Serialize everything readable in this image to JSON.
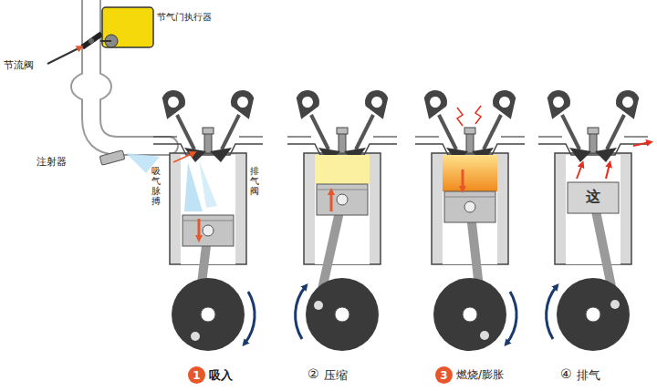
{
  "diagram": {
    "nodes": [
      {
        "text": [
          "1"
        ]
      },
      {
        "text": [
          "3"
        ]
      }
    ],
    "labels": [
      "节气门执行器",
      "节流阀",
      "注射器",
      "吸气脉搏",
      "排气阀",
      "这",
      "吸入",
      "②",
      "压缩",
      "燃烧/膨胀",
      "④",
      "排气"
    ]
  }
}
